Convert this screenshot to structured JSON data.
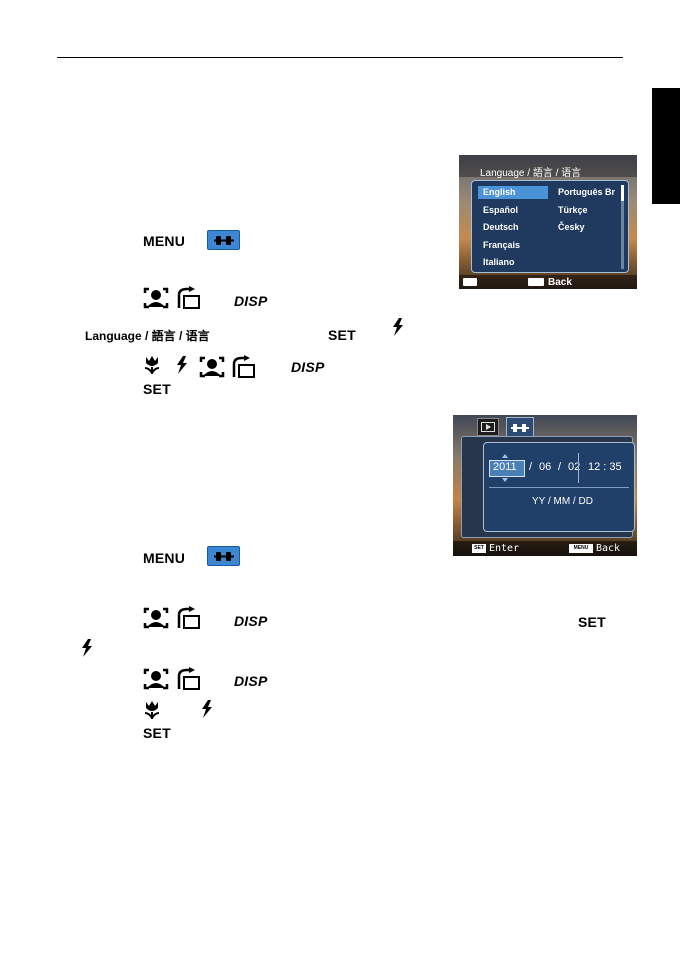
{
  "keys": {
    "menu": "MENU",
    "disp": "DISP",
    "set": "SET"
  },
  "language_item": "Language / 語言 / 语言",
  "language_screen": {
    "title": "Language / 語言 / 语言",
    "left": [
      "English",
      "Español",
      "Deutsch",
      "Français",
      "Italiano"
    ],
    "right": [
      "Português Br",
      "Türkçe",
      "Česky"
    ],
    "back_label": "Back"
  },
  "date_screen": {
    "year": "2011",
    "month": "06",
    "day": "02",
    "time": "12 : 35",
    "sep": "/",
    "format": "YY / MM / DD",
    "enter_key": "SET",
    "enter_label": "Enter",
    "back_key": "MENU",
    "back_label": "Back"
  },
  "colors": {
    "accent": "#3d86d1",
    "panel": "#1f3a5e"
  },
  "icons": [
    "person-frame-icon",
    "rotate-icon",
    "setup-gear-icon",
    "flash-icon",
    "macro-tulip-icon",
    "play-icon"
  ]
}
